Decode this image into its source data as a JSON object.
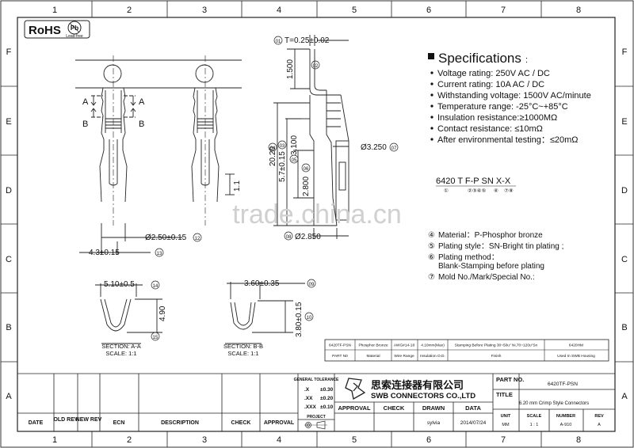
{
  "rohs": {
    "label": "RoHS",
    "pb": "Pb",
    "lead_free": "Lead-free"
  },
  "grid": {
    "top": [
      "1",
      "2",
      "3",
      "4",
      "5",
      "6",
      "7",
      "8"
    ],
    "bottom": [
      "1",
      "2",
      "3",
      "4",
      "5",
      "6",
      "7",
      "8"
    ],
    "left": [
      "F",
      "E",
      "D",
      "C",
      "B",
      "A"
    ],
    "right": [
      "F",
      "E",
      "D",
      "C",
      "B",
      "A"
    ]
  },
  "front_view": {
    "section_a": "A",
    "section_b": "B",
    "dim_11": "1.1",
    "dim_12": "Ø2.50±0.15",
    "dim_12_ref": "12",
    "dim_13": "4.3±0.15",
    "dim_13_ref": "13"
  },
  "side_view": {
    "dim_1": "T=0.25±0.02",
    "dim_1_ref": "01",
    "dim_2": "1.500",
    "dim_2_ref": "02",
    "dim_3": "5.7±0.15",
    "dim_3_ref": "03",
    "dim_4": "20.20",
    "dim_4_ref": "04",
    "dim_5": "3.100",
    "dim_5_ref": "05",
    "dim_6": "2.800",
    "dim_6_ref": "06",
    "dim_7": "Ø3.250",
    "dim_7_ref": "07",
    "dim_8": "Ø2.850",
    "dim_8_ref": "08"
  },
  "specs": {
    "title": "Specifications",
    "title_suffix": ":",
    "items": [
      "Voltage rating: 250V AC / DC",
      "Current rating: 10A  AC / DC",
      "Withstanding voltage:  1500V AC/minute",
      "Temperature range: -25°C~+85°C",
      "Insulation resistance:≥1000MΩ",
      "Contact resistance: ≤10mΩ",
      "After environmental testing：≤20mΩ"
    ]
  },
  "part_code": {
    "code": "6420 T F-P SN X-X",
    "refs": [
      "①",
      "②③④⑤",
      "⑥",
      "⑦⑧"
    ]
  },
  "materials": {
    "items": [
      {
        "num": "④",
        "text": "Material：P-Phosphor bronze"
      },
      {
        "num": "⑤",
        "text": "Plating style：SN-Bright tin plating ;"
      },
      {
        "num": "⑥",
        "text": "Plating method："
      },
      {
        "num": "",
        "text": "Blank-Stamping before plating"
      },
      {
        "num": "⑦",
        "text": "Mold No./Mark/Special No.:"
      }
    ]
  },
  "section_a": {
    "width": "5.10±0.5",
    "width_ref": "14",
    "height": "4.90",
    "height_ref": "15",
    "title": "SECTION: A-A",
    "scale": "SCALE: 1:1"
  },
  "section_b": {
    "width": "3.60±0.35",
    "width_ref": "09",
    "height": "3.80±0.15",
    "height_ref": "10",
    "title": "SECTION: B-B",
    "scale": "SCALE: 1:1"
  },
  "watermark": "trade.china.cn",
  "info_table": {
    "row1": [
      "6420TF-PSN",
      "Phosphor Bronze",
      "AWG#14-18",
      "4.10mm(Max)",
      "Stamping Before Plating 30~50u\" Ni,70~120u\"Sn",
      "6420HM"
    ],
    "row2": [
      "PART N0",
      "Material",
      "Wire Range",
      "Insulation O.D.",
      "Finish",
      "Used In SWB  Housing"
    ]
  },
  "title_block": {
    "headers": [
      "DATE",
      "OLD REV",
      "NEW REV",
      "ECN",
      "DESCRIPTION",
      "CHECK",
      "APPROVAL"
    ],
    "general_tolerance": "GENERAL TOLERANCE",
    "tolerances": [
      {
        "label": ".X",
        "value": "±0.30"
      },
      {
        "label": ".XX",
        "value": "±0.20"
      },
      {
        "label": ".XXX",
        "value": "±0.10"
      }
    ],
    "projection": "PROJECT",
    "company_cn": "思索连接器有限公司",
    "company_en": "SWB CONNECTORS CO.,LTD",
    "sign_headers": [
      "APPROVAL",
      "CHECK",
      "DRAWN",
      "DATA"
    ],
    "drawn_by": "sylvia",
    "date": "2014/07/24",
    "part_no_label": "PART NO.",
    "part_no": "6420TF-PSN",
    "title_label": "TITLE",
    "title": "6.20 mm Crimp Style Connectors",
    "unit_label": "UNIT",
    "unit": "MM",
    "scale_label": "SCALE",
    "scale": "1 : 1",
    "number_label": "NUMBER",
    "number": "A-910",
    "rev_label": "REV",
    "rev": "A"
  }
}
